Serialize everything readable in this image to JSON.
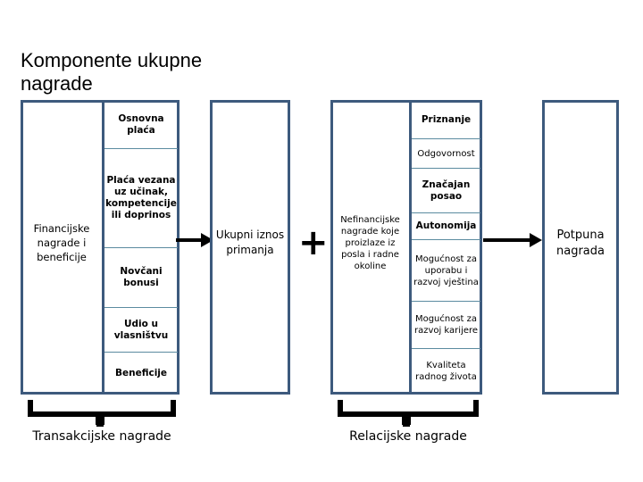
{
  "title": "Komponente ukupne\nnagrade",
  "colors": {
    "box_border": "#3d5a7d",
    "cell_divider": "#5b8ba0",
    "arrow": "#000000",
    "bracket": "#000000",
    "text": "#000000",
    "background": "#ffffff"
  },
  "groups": {
    "financial": {
      "side_label": "Financijske nagrade i beneficije",
      "items": [
        {
          "label": "Osnovna plaća",
          "bold": true
        },
        {
          "label": "Plaća vezana uz učinak, kompetencije ili doprinos",
          "bold": true
        },
        {
          "label": "Novčani bonusi",
          "bold": true
        },
        {
          "label": "Udio u vlasništvu",
          "bold": true
        },
        {
          "label": "Beneficije",
          "bold": true
        }
      ]
    },
    "total_remuneration": {
      "label": "Ukupni iznos primanja"
    },
    "nonfinancial": {
      "side_label": "Nefinancijske nagrade koje proizlaze iz posla i radne okoline",
      "items": [
        {
          "label": "Priznanje",
          "bold": true
        },
        {
          "label": "Odgovornost",
          "bold": false
        },
        {
          "label": "Značajan posao",
          "bold": true
        },
        {
          "label": "Autonomija",
          "bold": true
        },
        {
          "label": "Mogućnost za uporabu i razvoj vještina",
          "bold": false
        },
        {
          "label": "Mogućnost za razvoj karijere",
          "bold": false
        },
        {
          "label": "Kvaliteta radnog života",
          "bold": false
        }
      ]
    },
    "total_reward": {
      "label": "Potpuna nagrada"
    }
  },
  "operators": {
    "plus": "+"
  },
  "brackets": {
    "transactional_label": "Transakcijske nagrade",
    "relational_label": "Relacijske nagrade"
  }
}
